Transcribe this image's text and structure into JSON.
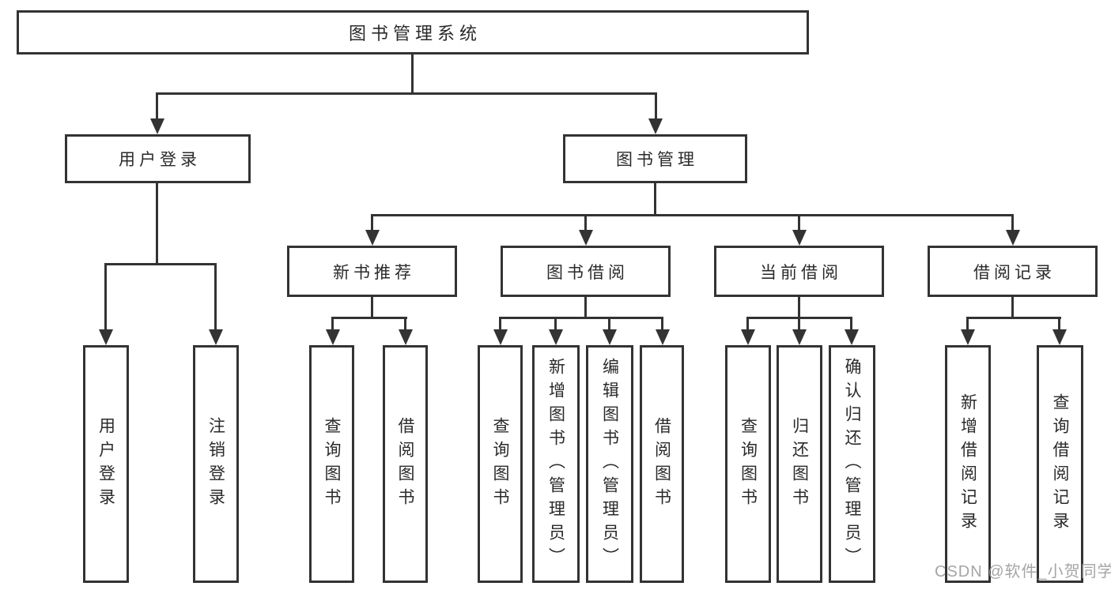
{
  "colors": {
    "line": "#333333",
    "box_border": "#333333",
    "text": "#2a2a2a",
    "background": "#ffffff",
    "watermark": "#9c9c9c"
  },
  "watermark": {
    "text": "CSDN @软件_小贺同学"
  },
  "tree": {
    "label": "图书管理系统",
    "children": [
      {
        "label": "用户登录",
        "children": [
          {
            "label": "用户登录"
          },
          {
            "label": "注销登录"
          }
        ]
      },
      {
        "label": "图书管理",
        "children": [
          {
            "label": "新书推荐",
            "children": [
              {
                "label": "查询图书"
              },
              {
                "label": "借阅图书"
              }
            ]
          },
          {
            "label": "图书借阅",
            "children": [
              {
                "label": "查询图书"
              },
              {
                "label": "新增图书（管理员）"
              },
              {
                "label": "编辑图书（管理员）"
              },
              {
                "label": "借阅图书"
              }
            ]
          },
          {
            "label": "当前借阅",
            "children": [
              {
                "label": "查询图书"
              },
              {
                "label": "归还图书"
              },
              {
                "label": "确认归还（管理员）"
              }
            ]
          },
          {
            "label": "借阅记录",
            "children": [
              {
                "label": "新增借阅记录"
              },
              {
                "label": "查询借阅记录"
              }
            ]
          }
        ]
      }
    ]
  }
}
